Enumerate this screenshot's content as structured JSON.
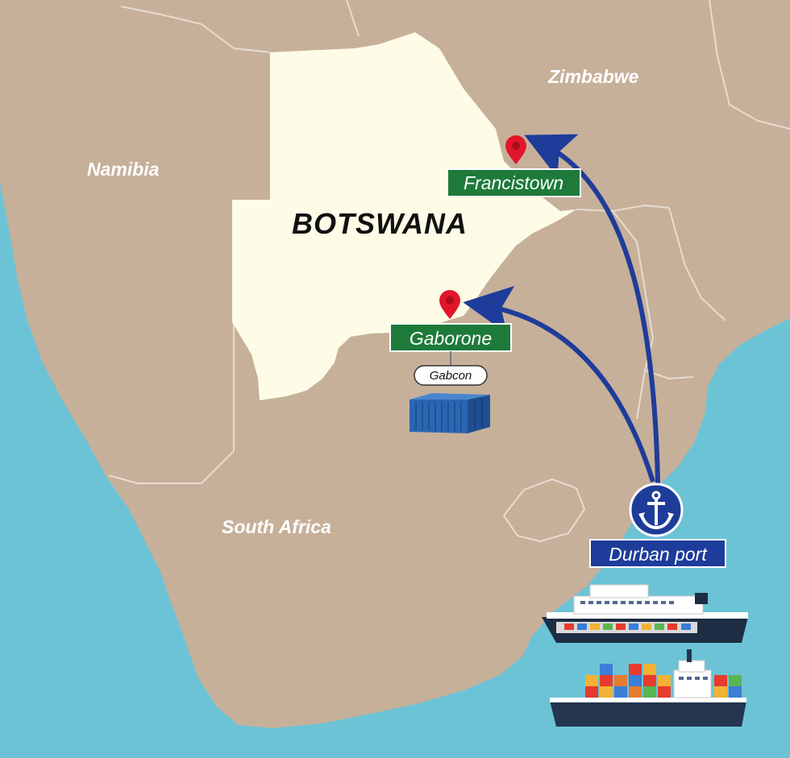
{
  "map": {
    "country_labels": {
      "botswana": "BOTSWANA",
      "namibia": "Namibia",
      "zimbabwe": "Zimbabwe",
      "south_africa": "South Africa"
    },
    "cities": {
      "francistown": "Francistown",
      "gaborone": "Gaborone"
    },
    "depot_label": "Gabcon",
    "port_label": "Durban port",
    "colors": {
      "sea": "#6cc3d6",
      "land": "#c6b09a",
      "botswana": "#fefce6",
      "border": "#e7dccf",
      "route": "#1e3c99",
      "city_sign": "#1e7a3a",
      "port_sign": "#1e3c99",
      "pin": "#e2162b",
      "container": "#2b66b3"
    },
    "icons": [
      "location-pin-icon",
      "anchor-icon",
      "shipping-container-icon",
      "ferry-ship-icon",
      "container-ship-icon"
    ]
  }
}
